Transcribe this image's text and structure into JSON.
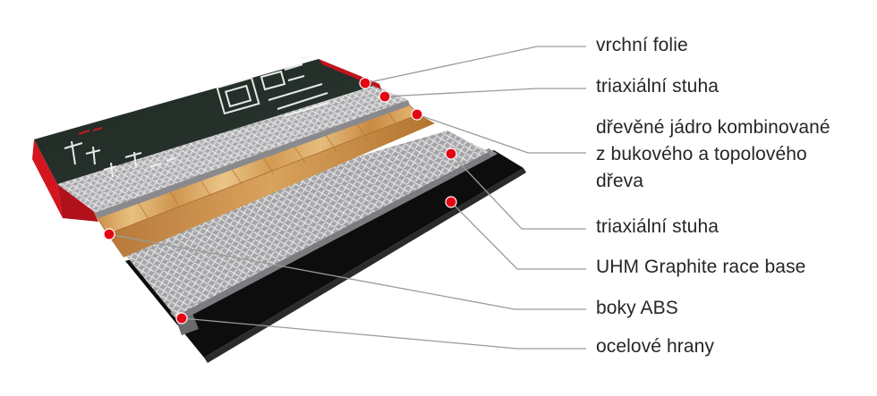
{
  "diagram": {
    "layers": [
      {
        "id": "top-foil",
        "lines": [
          "vrchní folie"
        ]
      },
      {
        "id": "triaxial-upper",
        "lines": [
          "triaxiální stuha"
        ]
      },
      {
        "id": "wood-core",
        "lines": [
          "dřevěné jádro kombinované",
          "z bukového a topolového",
          "dřeva"
        ]
      },
      {
        "id": "triaxial-lower",
        "lines": [
          "triaxiální stuha"
        ]
      },
      {
        "id": "base",
        "lines": [
          "UHM Graphite race base"
        ]
      },
      {
        "id": "abs-sidewall",
        "lines": [
          "boky ABS"
        ]
      },
      {
        "id": "steel-edges",
        "lines": [
          "ocelové hrany"
        ]
      }
    ],
    "colors": {
      "marker": "#e30613",
      "leader": "#9a9a9a",
      "label_text": "#262626",
      "top_foil": "#233028",
      "sidewall": "#d4151f",
      "wood": "#d9a55e",
      "mesh": "#a8a8ab",
      "base": "#0e0e0e"
    }
  }
}
